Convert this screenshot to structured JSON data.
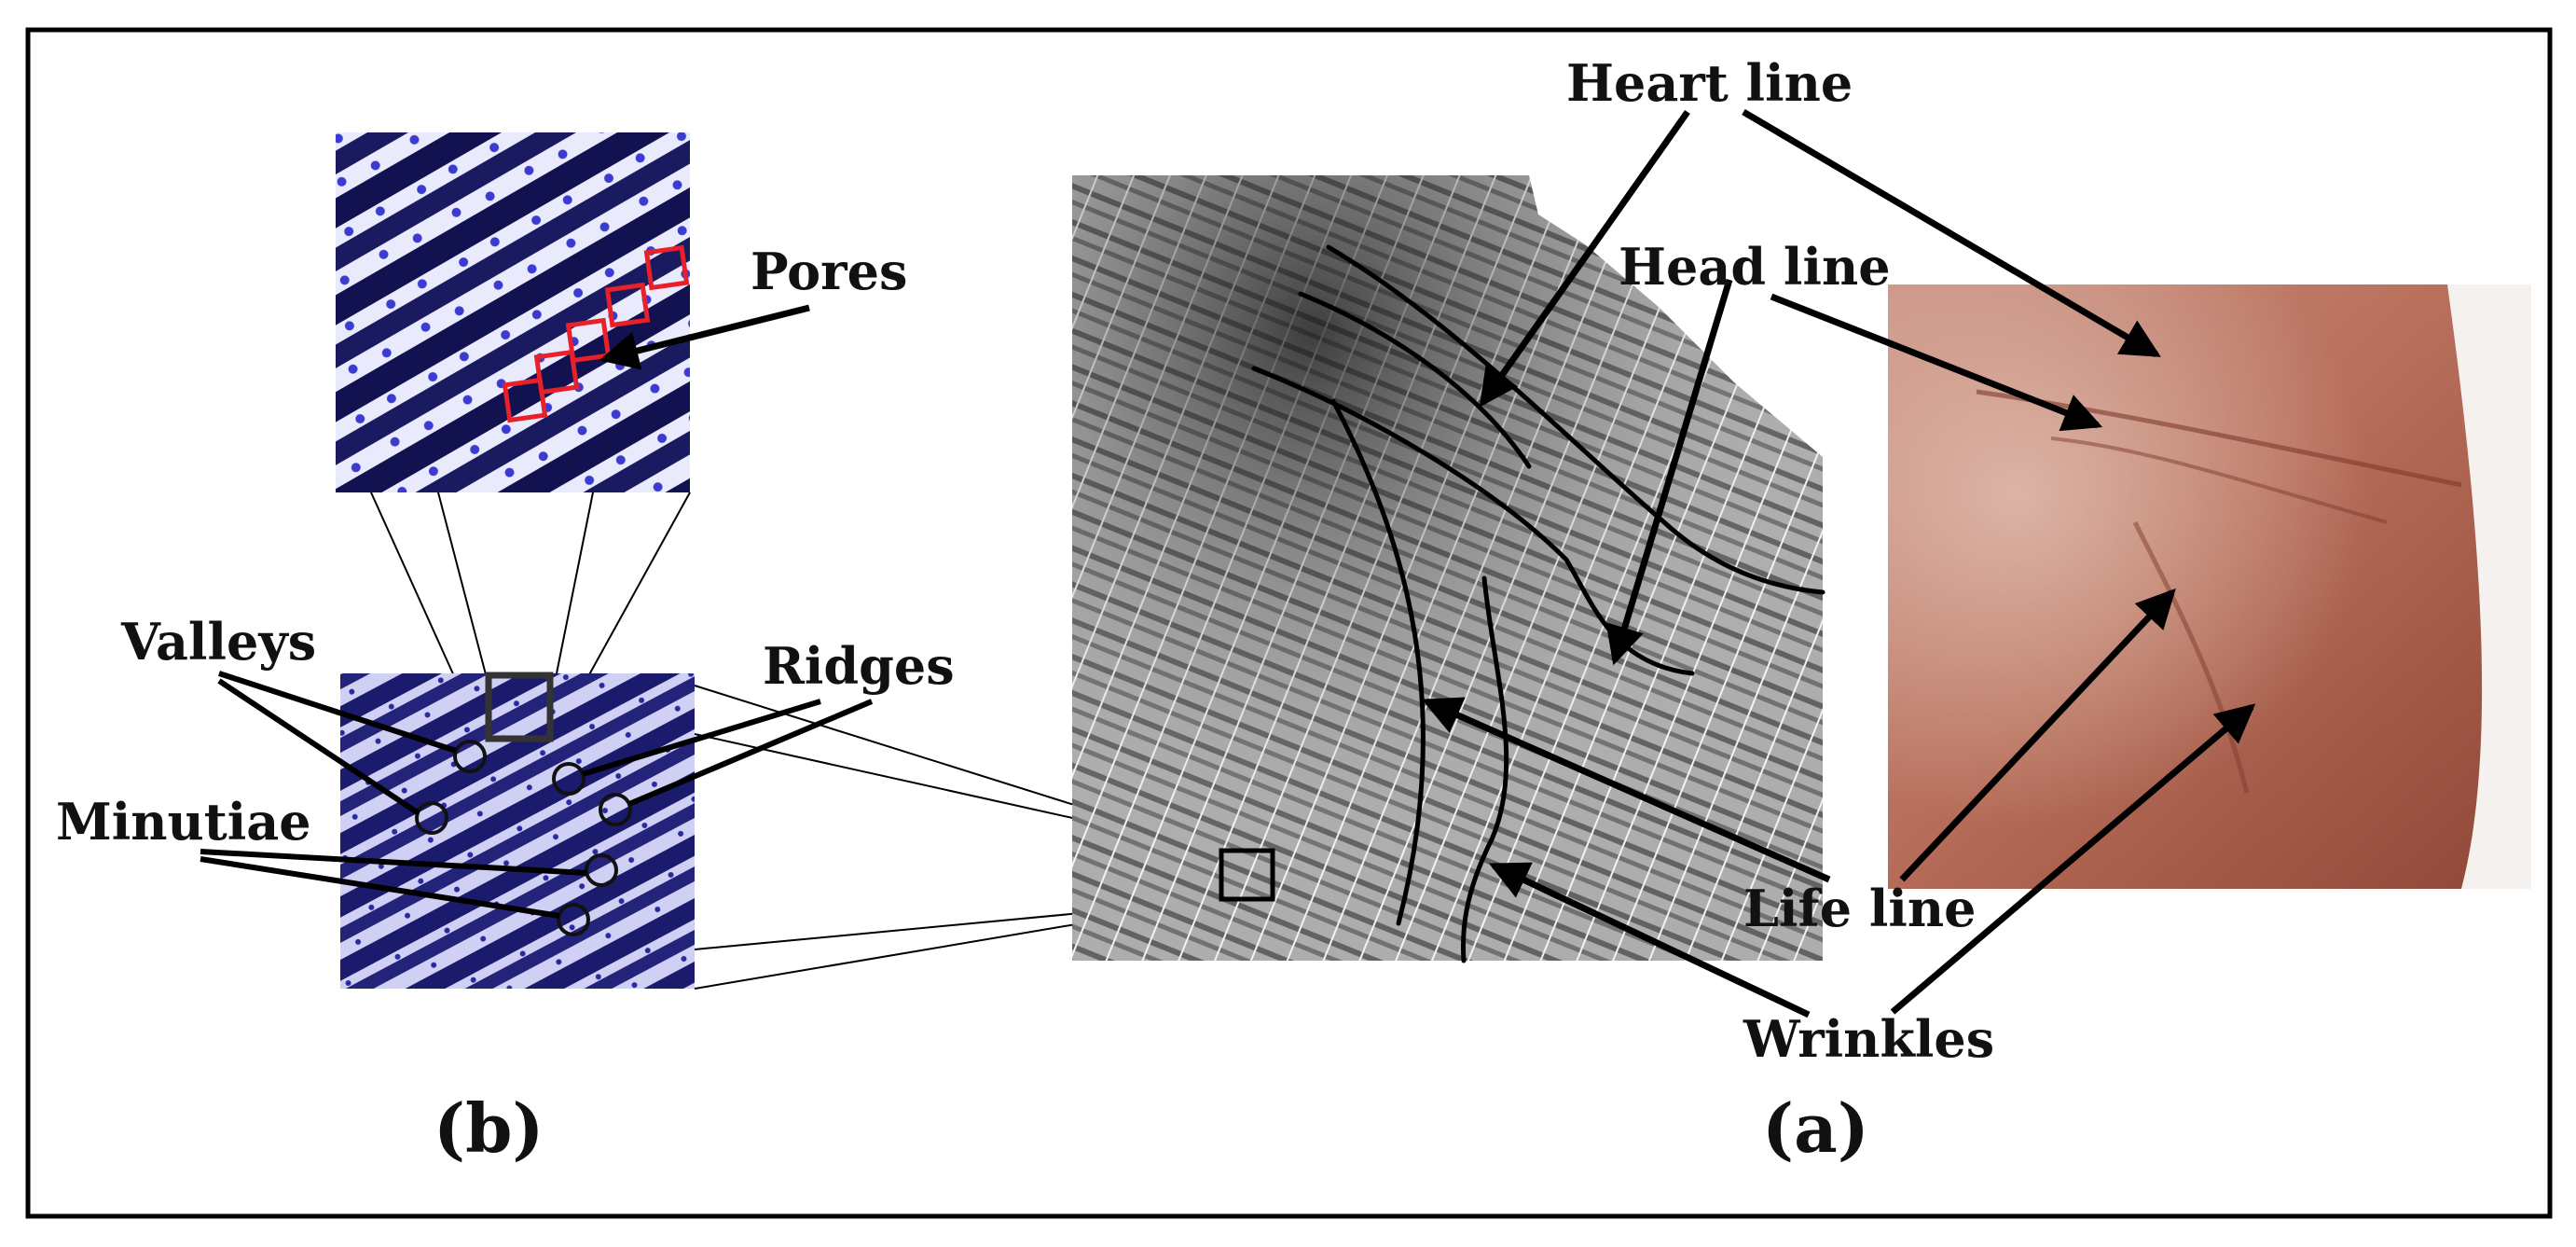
{
  "labels": {
    "heart_line": "Heart line",
    "head_line": "Head line",
    "life_line": "Life line",
    "wrinkles": "Wrinkles",
    "pores": "Pores",
    "valleys": "Valleys",
    "ridges": "Ridges",
    "minutiae": "Minutiae",
    "panel_a": "(a)",
    "panel_b": "(b)"
  },
  "colors": {
    "frame": "#000000",
    "pore_box": "#e8202a",
    "fingerprint_ink": "#1a1a6e",
    "fingerprint_paper": "#c9c9f2",
    "palm_skin": "#b7705e"
  }
}
